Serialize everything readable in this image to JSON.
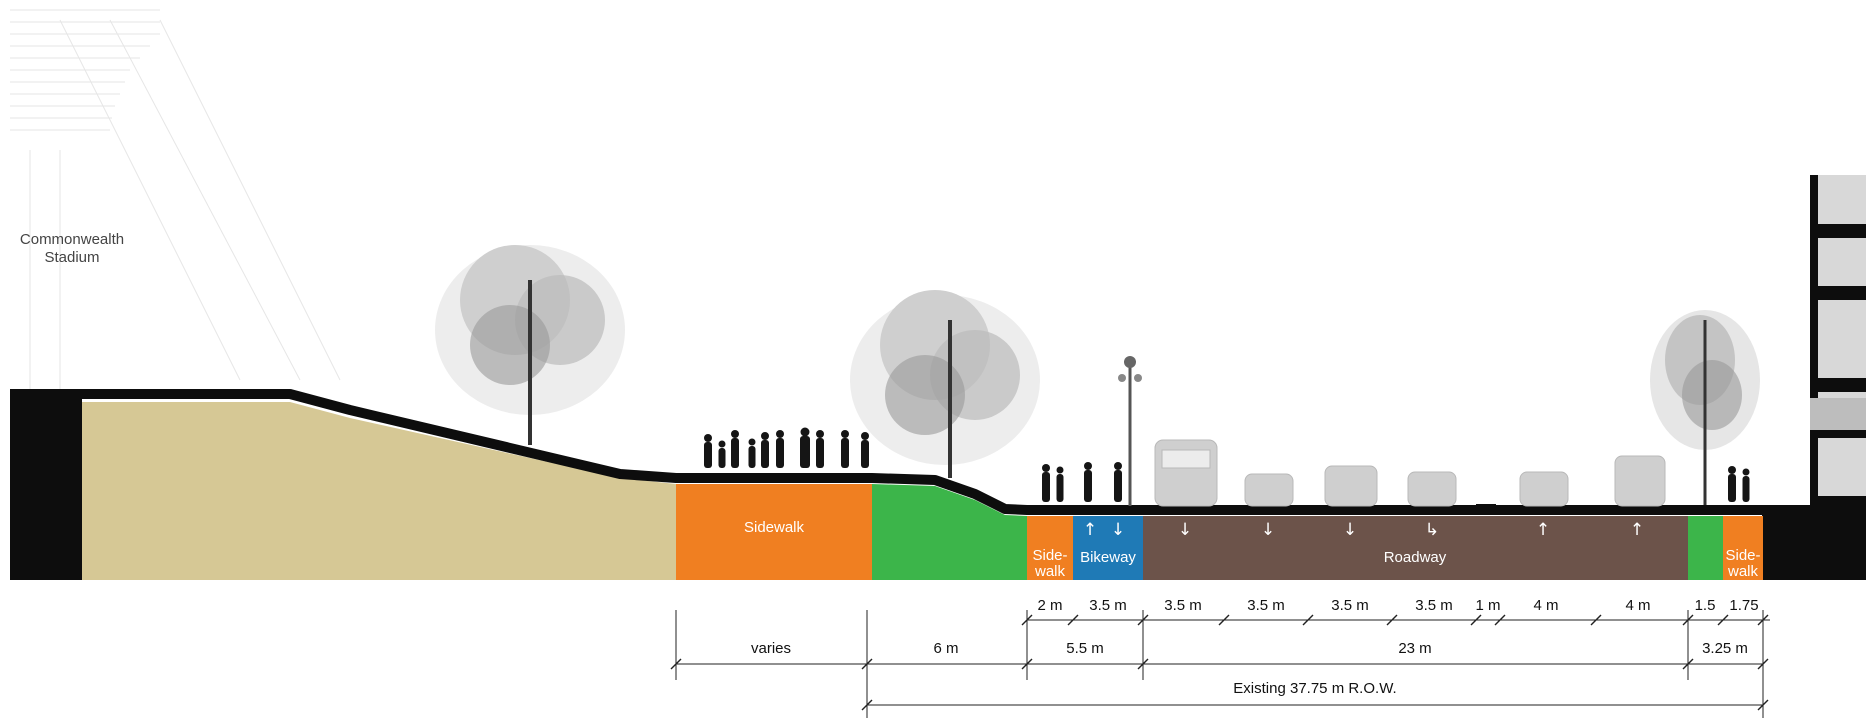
{
  "landmark": {
    "line1": "Commonwealth",
    "line2": "Stadium"
  },
  "colors": {
    "berm": "#d6c895",
    "sidewalk": "#f07f21",
    "planting": "#3cb54a",
    "bikeway": "#1f7ab6",
    "roadway": "#6c534a",
    "ground": "#0d0d0d"
  },
  "zones": {
    "sidewalk_main": "Sidewalk",
    "sidewalk_small": [
      "Side-",
      "walk"
    ],
    "bikeway": "Bikeway",
    "roadway": "Roadway",
    "sidewalk_right": [
      "Side-",
      "walk"
    ]
  },
  "bikeway_arrows": [
    "↑",
    "↓"
  ],
  "roadway_arrows": [
    "↓",
    "↓",
    "↓",
    "↳",
    "↑",
    "↑"
  ],
  "dimensions": {
    "row1": [
      "2 m",
      "3.5 m",
      "3.5 m",
      "3.5 m",
      "3.5 m",
      "3.5 m",
      "1 m",
      "4 m",
      "4 m",
      "1.5",
      "1.75"
    ],
    "row2": [
      "varies",
      "6 m",
      "5.5 m",
      "23 m",
      "3.25 m"
    ],
    "row3": "Existing 37.75 m R.O.W."
  }
}
